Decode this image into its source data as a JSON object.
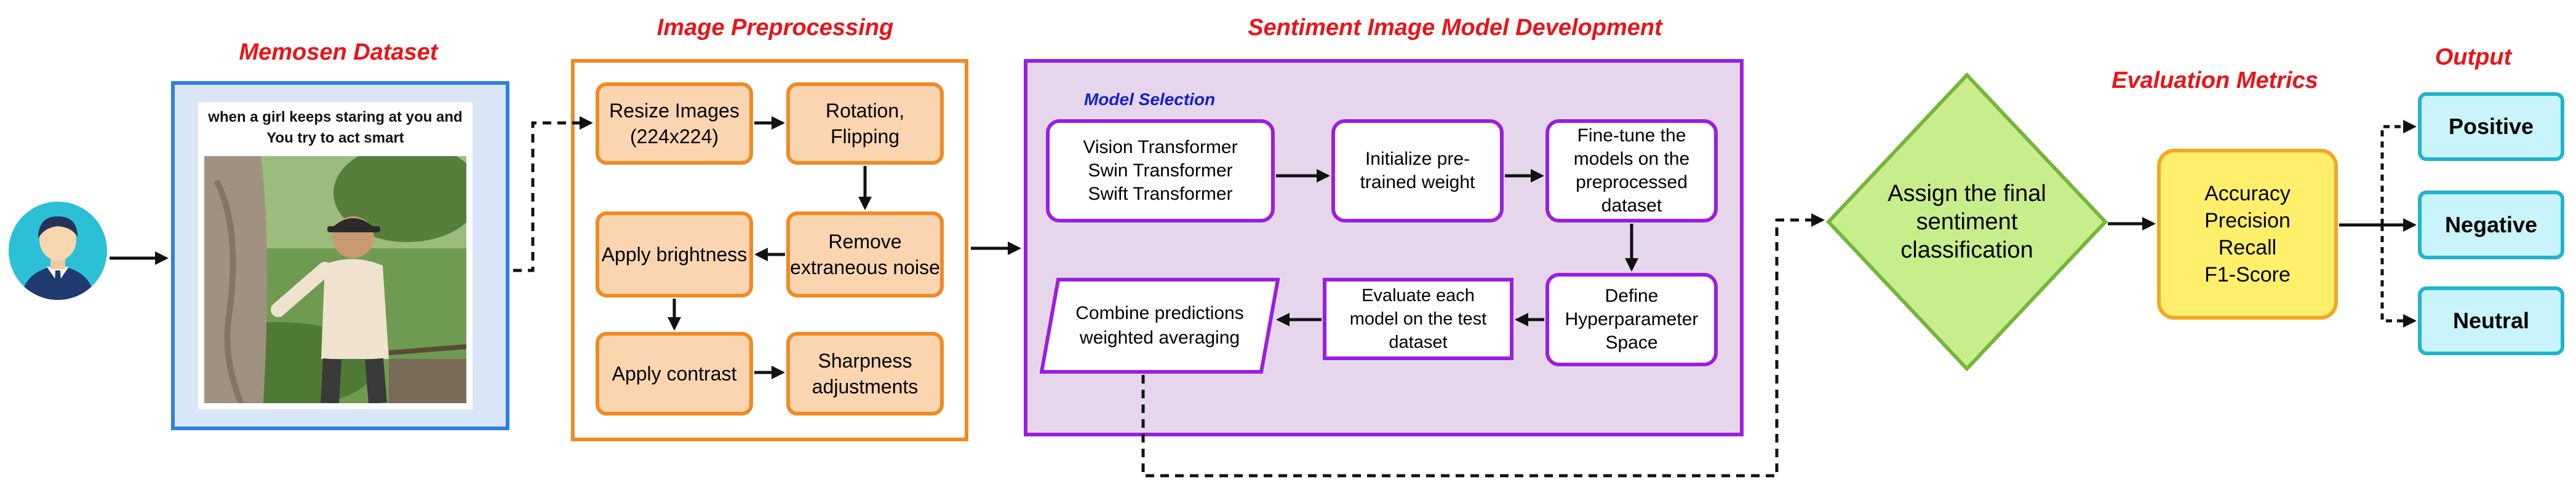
{
  "sections": {
    "dataset_title": "Memosen Dataset",
    "preprocessing_title": "Image Preprocessing",
    "model_title": "Sentiment Image Model Development",
    "metrics_title": "Evaluation Metrics",
    "output_title": "Output"
  },
  "meme": {
    "caption_line1": "when a girl keeps staring at you and",
    "caption_line2": "You try to act smart"
  },
  "preprocessing": {
    "resize": "Resize Images (224x224)",
    "rotation": "Rotation, Flipping",
    "noise": "Remove extraneous noise",
    "brightness": "Apply brightness",
    "contrast": "Apply contrast",
    "sharpness": "Sharpness adjustments"
  },
  "model": {
    "selection_label": "Model Selection",
    "transformer_1": "Vision Transformer",
    "transformer_2": "Swin Transformer",
    "transformer_3": "Swift Transformer",
    "init": "Initialize pre-trained weight",
    "finetune": "Fine-tune the models on the preprocessed dataset",
    "hyper": "Define Hyperparameter Space",
    "evaluate": "Evaluate each model on the test dataset",
    "combine": "Combine predictions weighted averaging"
  },
  "decision": "Assign the final sentiment classification",
  "metrics": [
    "Accuracy",
    "Precision",
    "Recall",
    "F1-Score"
  ],
  "outputs": [
    "Positive",
    "Negative",
    "Neutral"
  ],
  "colors": {
    "title_red": "#e8141a",
    "dataset_border": "#2f7fe0",
    "preprocessing_border": "#f08a23",
    "model_border": "#9a1ee0",
    "model_bg": "#e5d6ec",
    "decision_fill": "#c7ee8a",
    "decision_border": "#74b63c",
    "metrics_fill": "#ffef6a",
    "metrics_border": "#f5a623",
    "output_fill": "#c9f4fb",
    "output_border": "#22b3c9",
    "selection_blue": "#1420c8"
  },
  "icons": [
    "user-avatar-icon"
  ]
}
